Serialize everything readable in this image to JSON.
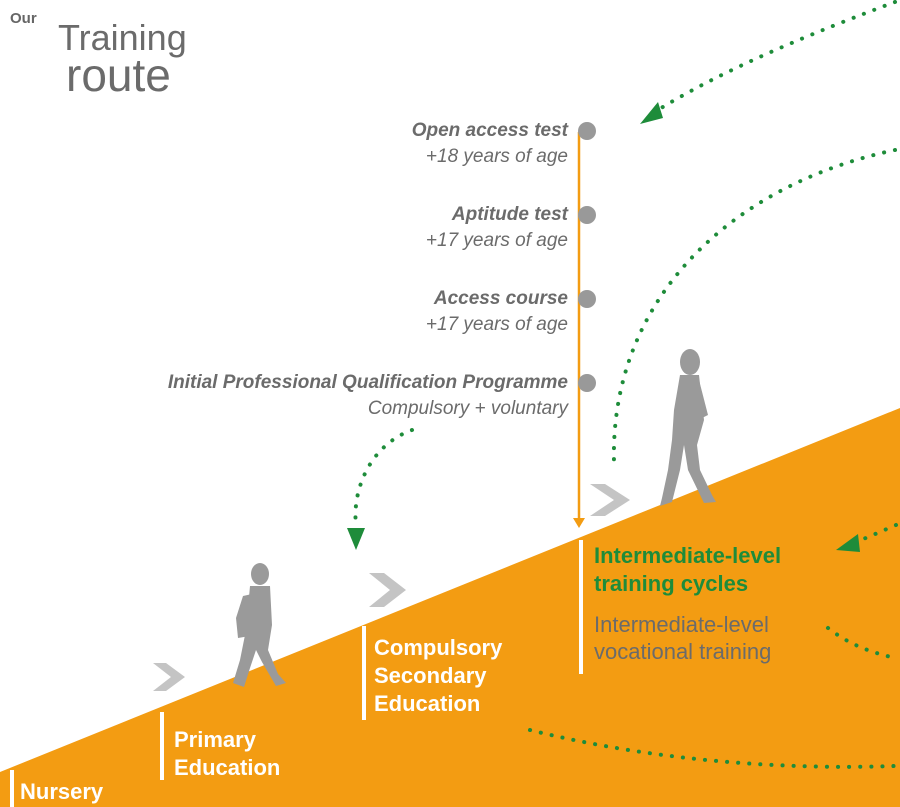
{
  "title": {
    "small": "Our",
    "line1": "Training",
    "line2": "route"
  },
  "milestones": [
    {
      "title": "Open access test",
      "subtitle": "+18 years of age"
    },
    {
      "title": "Aptitude test",
      "subtitle": "+17 years of age"
    },
    {
      "title": "Access course",
      "subtitle": "+17 years of age"
    },
    {
      "title": "Initial Professional Qualification Programme",
      "subtitle": "Compulsory + voluntary"
    }
  ],
  "stages": {
    "nursery": "Nursery",
    "primary_1": "Primary",
    "primary_2": "Education",
    "secondary_1": "Compulsory",
    "secondary_2": "Secondary",
    "secondary_3": "Education"
  },
  "intermediate": {
    "title_1": "Intermediate-level",
    "title_2": "training cycles",
    "sub_1": "Intermediate-level",
    "sub_2": "vocational training"
  },
  "colors": {
    "slope": "#F39C12",
    "timeline": "#F39C12",
    "milestone_dot": "#999999",
    "green_dots": "#1E8C3A",
    "figure": "#9A9A9A",
    "arrow": "#C4C4C4",
    "text_grey": "#6B6B6B"
  },
  "icons": [
    "walking-adult-figure",
    "walking-child-figure",
    "chevron-right-arrow"
  ]
}
